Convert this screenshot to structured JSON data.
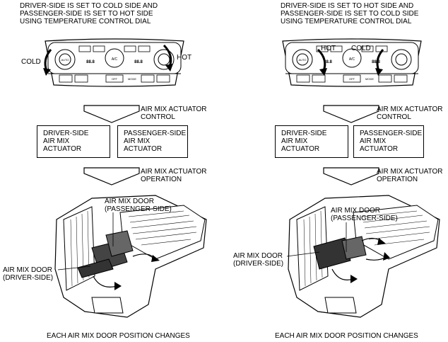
{
  "left": {
    "heading": "DRIVER-SIDE IS SET TO COLD SIDE AND\nPASSENGER-SIDE IS SET TO HOT SIDE\nUSING TEMPERATURE CONTROL DIAL",
    "cold_label": "COLD",
    "hot_label": "HOT",
    "control_label": "AIR MIX ACTUATOR\nCONTROL",
    "driver_actuator": "DRIVER-SIDE\nAIR MIX\nACTUATOR",
    "passenger_actuator": "PASSENGER-SIDE\nAIR MIX\nACTUATOR",
    "operation_label": "AIR MIX ACTUATOR\nOPERATION",
    "door_passenger": "AIR MIX DOOR\n(PASSENGER-SIDE)",
    "door_driver": "AIR MIX DOOR\n(DRIVER-SIDE)",
    "footer": "EACH AIR MIX DOOR POSITION CHANGES"
  },
  "right": {
    "heading": "DRIVER-SIDE IS SET TO HOT SIDE AND\nPASSENGER-SIDE IS SET TO COLD SIDE\nUSING TEMPERATURE CONTROL DIAL",
    "hot_label": "HOT",
    "cold_label": "COLD",
    "control_label": "AIR MIX ACTUATOR\nCONTROL",
    "driver_actuator": "DRIVER-SIDE\nAIR MIX\nACTUATOR",
    "passenger_actuator": "PASSENGER-SIDE\nAIR MIX\nACTUATOR",
    "operation_label": "AIR MIX ACTUATOR\nOPERATION",
    "door_passenger": "AIR MIX DOOR\n(PASSENGER-SIDE)",
    "door_driver": "AIR MIX DOOR\n(DRIVER-SIDE)",
    "footer": "EACH AIR MIX DOOR POSITION CHANGES"
  },
  "panel": {
    "ac_label": "A/C",
    "off_label": "OFF",
    "mode_label": "MODE",
    "driver_temp": "88.8",
    "passenger_temp": "88.8",
    "auto_label": "AUTO"
  }
}
